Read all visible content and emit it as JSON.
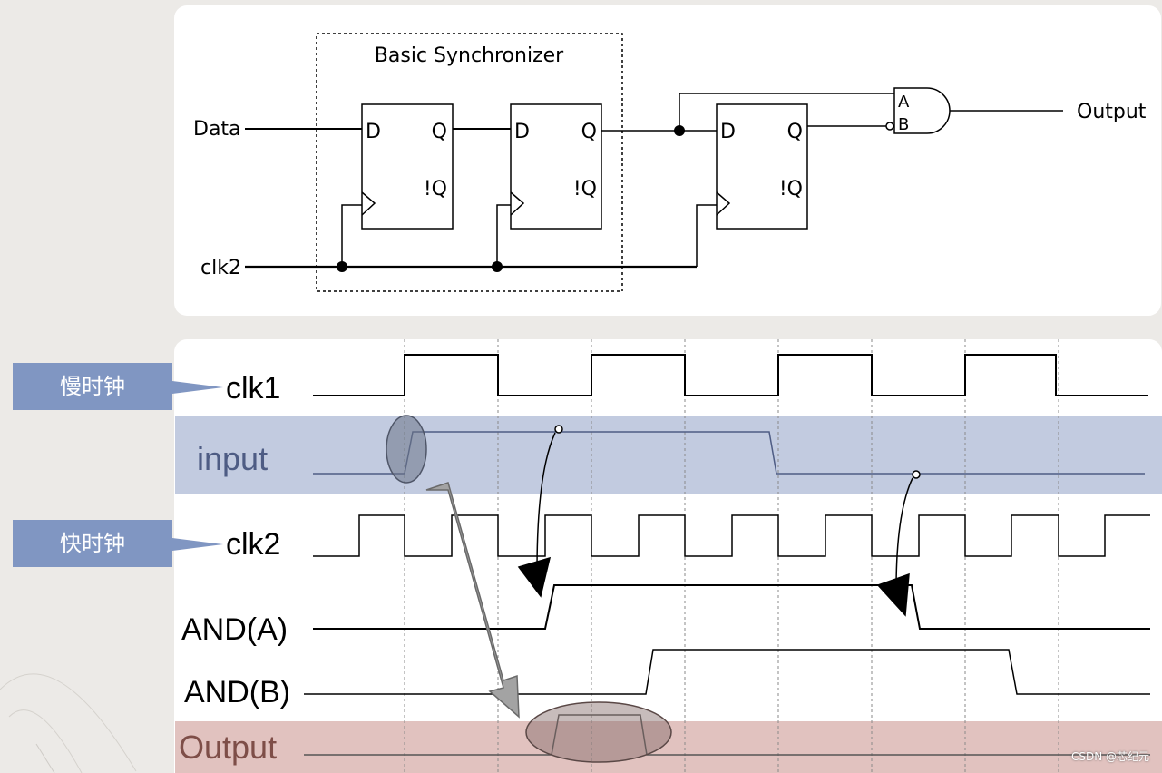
{
  "schematic": {
    "box_title": "Basic Synchronizer",
    "input_label": "Data",
    "clock_label": "clk2",
    "output_label": "Output",
    "flipflops": [
      {
        "d": "D",
        "q": "Q",
        "qn": "!Q"
      },
      {
        "d": "D",
        "q": "Q",
        "qn": "!Q"
      },
      {
        "d": "D",
        "q": "Q",
        "qn": "!Q"
      }
    ],
    "and_gate": {
      "a": "A",
      "b": "B"
    }
  },
  "timing": {
    "callouts": [
      {
        "text": "慢时钟",
        "color": "#8096c2"
      },
      {
        "text": "快时钟",
        "color": "#8096c2"
      }
    ],
    "signals": [
      {
        "label": "clk1",
        "color": "#000000"
      },
      {
        "label": "input",
        "color": "#4e5c84",
        "band_color": "#c2cbe0"
      },
      {
        "label": "clk2",
        "color": "#000000"
      },
      {
        "label": "AND(A)",
        "color": "#000000"
      },
      {
        "label": "AND(B)",
        "color": "#000000"
      },
      {
        "label": "Output",
        "color": "#7e4e48",
        "band_color": "#e1c2bf"
      }
    ]
  },
  "watermark": "CSDN @芯纪元"
}
